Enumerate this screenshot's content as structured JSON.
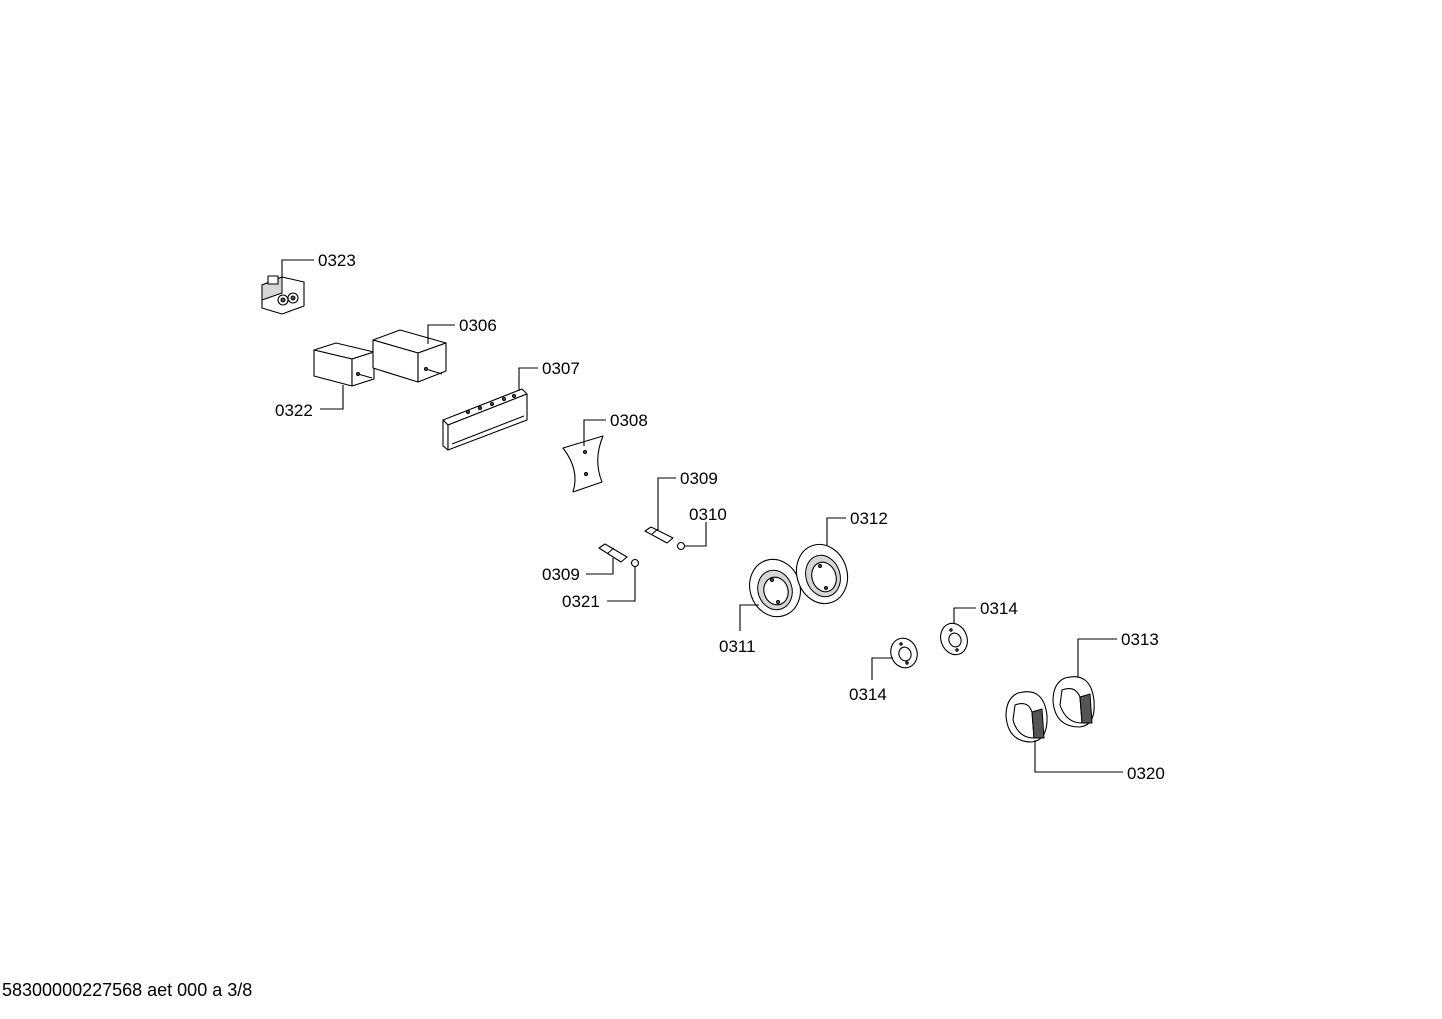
{
  "parts": {
    "p0323": "0323",
    "p0306": "0306",
    "p0307": "0307",
    "p0322": "0322",
    "p0308": "0308",
    "p0309a": "0309",
    "p0310": "0310",
    "p0309b": "0309",
    "p0321": "0321",
    "p0312": "0312",
    "p0311": "0311",
    "p0314a": "0314",
    "p0314b": "0314",
    "p0313": "0313",
    "p0320": "0320"
  },
  "footer": {
    "doc_id": "58300000227568 aet 000 a 3/8"
  }
}
